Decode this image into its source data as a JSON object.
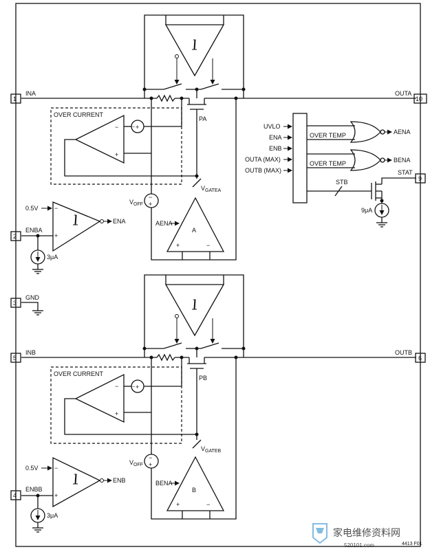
{
  "pins": [
    {
      "num": "1",
      "name": "INA"
    },
    {
      "num": "2",
      "name": "ENBA"
    },
    {
      "num": "3",
      "name": "GND"
    },
    {
      "num": "4",
      "name": "ENBB"
    },
    {
      "num": "5",
      "name": "INB"
    },
    {
      "num": "6",
      "name": "OUTB"
    },
    {
      "num": "9",
      "name": "STAT"
    },
    {
      "num": "10",
      "name": "OUTA"
    }
  ],
  "channel_a": {
    "fet": "PA",
    "over_current": "OVER CURRENT",
    "vgate_main": "V",
    "vgate_sub": "GATEA",
    "voff_main": "V",
    "voff_sub": "OFF",
    "amp_label": "A",
    "amp_enable": "AENA",
    "en_ref": "0.5V",
    "en_out": "ENA",
    "current_src": "3μA"
  },
  "channel_b": {
    "fet": "PB",
    "over_current": "OVER CURRENT",
    "vgate_main": "V",
    "vgate_sub": "GATEB",
    "voff_main": "V",
    "voff_sub": "OFF",
    "amp_label": "B",
    "amp_enable": "BENA",
    "en_ref": "0.5V",
    "en_out": "ENB",
    "current_src": "3μA"
  },
  "logic": {
    "inputs": [
      "UVLO",
      "ENA",
      "ENB",
      "OUTA (MAX)",
      "OUTB (MAX)"
    ],
    "over_temp_a": "OVER TEMP",
    "over_temp_b": "OVER TEMP",
    "out_a": "AENA",
    "out_b": "BENA",
    "stb": "STB",
    "stat_current": "9μA"
  },
  "figure_id": "4413 F01",
  "watermark": {
    "cn_text": "家电维修资料网",
    "url_text": "520101.com"
  }
}
